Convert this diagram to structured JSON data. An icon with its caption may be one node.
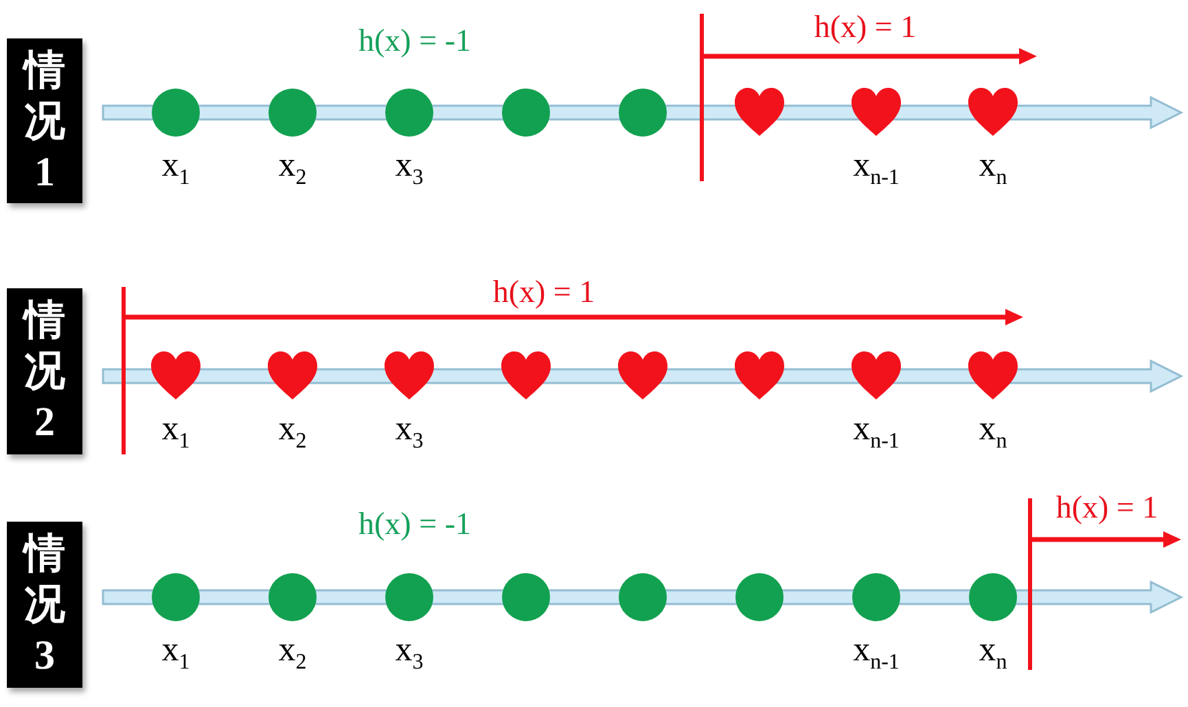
{
  "diagram": {
    "nodes": [
      {
        "text": [
          "情况1"
        ]
      },
      {
        "text": [],
        "shape": "circle",
        "beside": [
          "x$_{1}$"
        ]
      },
      {
        "text": [],
        "shape": "circle",
        "beside": [
          "x$_{2}$"
        ]
      },
      {
        "text": [],
        "shape": "circle",
        "beside": [
          "x$_{3}$"
        ]
      },
      {
        "text": [],
        "shape": "circle"
      },
      {
        "text": [],
        "shape": "circle"
      },
      {
        "text": [],
        "shape": "heart"
      },
      {
        "text": [],
        "shape": "heart",
        "beside": [
          "x$_{n-1}$"
        ]
      },
      {
        "text": [],
        "shape": "heart",
        "beside": [
          "x$_{n}$"
        ]
      },
      {
        "text": [
          "情况2"
        ]
      },
      {
        "text": [],
        "shape": "heart",
        "beside": [
          "x$_{1}$"
        ]
      },
      {
        "text": [],
        "shape": "heart",
        "beside": [
          "x$_{2}$"
        ]
      },
      {
        "text": [],
        "shape": "heart",
        "beside": [
          "x$_{3}$"
        ]
      },
      {
        "text": [],
        "shape": "heart"
      },
      {
        "text": [],
        "shape": "heart"
      },
      {
        "text": [],
        "shape": "heart"
      },
      {
        "text": [],
        "shape": "heart",
        "beside": [
          "x$_{n-1}$"
        ]
      },
      {
        "text": [],
        "shape": "heart",
        "beside": [
          "x$_{n}$"
        ]
      },
      {
        "text": [
          "情况3"
        ]
      },
      {
        "text": [],
        "shape": "circle",
        "beside": [
          "x$_{1}$"
        ]
      },
      {
        "text": [],
        "shape": "circle",
        "beside": [
          "x$_{2}$"
        ]
      },
      {
        "text": [],
        "shape": "circle",
        "beside": [
          "x$_{3}$"
        ]
      },
      {
        "text": [],
        "shape": "circle"
      },
      {
        "text": [],
        "shape": "circle"
      },
      {
        "text": [],
        "shape": "circle"
      },
      {
        "text": [],
        "shape": "circle",
        "beside": [
          "x$_{n-1}$"
        ]
      },
      {
        "text": [],
        "shape": "circle",
        "beside": [
          "x$_{n}$"
        ]
      }
    ],
    "labels": [
      "h(x) = -1",
      "h(x) = 1",
      "h(x) = 1",
      "h(x) = -1",
      "h(x) = 1"
    ]
  }
}
